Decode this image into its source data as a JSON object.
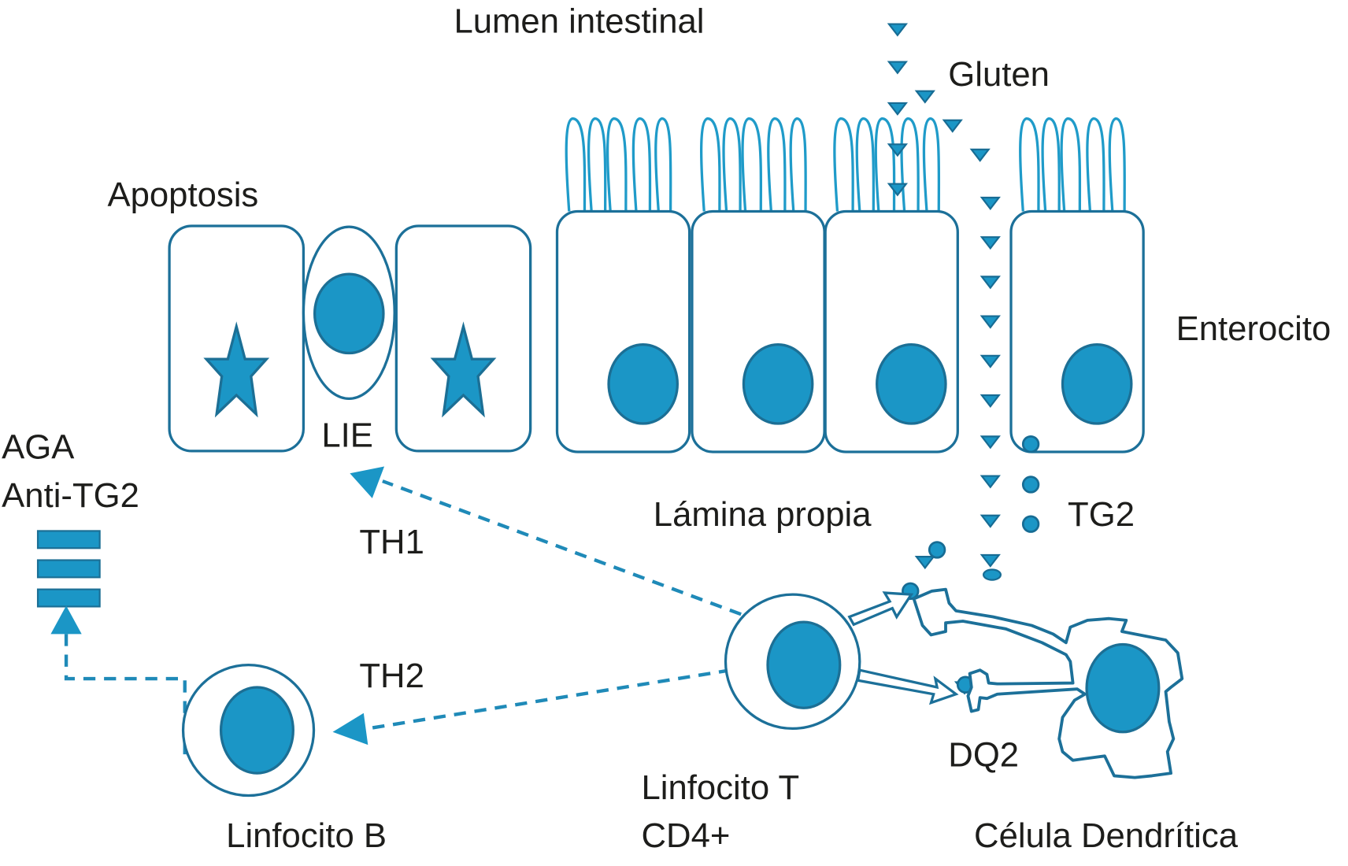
{
  "title": "Patogenia de la enfermedad celíaca",
  "colors": {
    "cell_outline": "#1c7099",
    "nucleus_fill": "#1b96c6",
    "villi": "#1f9bc9",
    "arrows": "#1f8ab8",
    "text": "#1d1d1b"
  },
  "labels": {
    "lumen": "Lumen intestinal",
    "gluten": "Gluten",
    "apoptosis": "Apoptosis",
    "enterocito": "Enterocito",
    "lie": "LIE",
    "aga": "AGA",
    "anti_tg2": "Anti-TG2",
    "lamina_propia": "Lámina propia",
    "tg2": "TG2",
    "th1": "TH1",
    "th2": "TH2",
    "dq2": "DQ2",
    "linfocito_b": "Linfocito B",
    "linfocito_t_line1": "Linfocito T",
    "linfocito_t_line2": "CD4+",
    "celula_dendritica": "Célula Dendrítica"
  },
  "epithelium": {
    "apoptotic_cells": 2,
    "intraepithelial_lymphocytes": 1,
    "enterocytes_with_villi": 4,
    "antibody_bars": 3
  }
}
